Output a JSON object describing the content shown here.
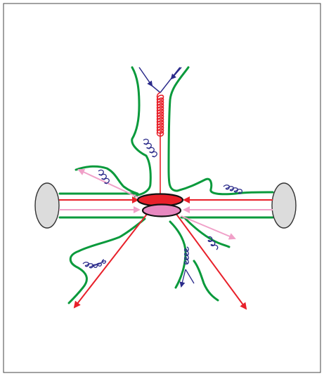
{
  "diagram": {
    "colors": {
      "border": "#444444",
      "green_string": "#0a9a3c",
      "red_line": "#e8202a",
      "pink_line": "#f0a0c8",
      "gluon_blue": "#2a2a8a",
      "gluon_red": "#e8202a",
      "red_blob": "#e8202a",
      "pink_blob": "#e888c0",
      "hadron_gray": "#dcdcdc",
      "outline_black": "#111111"
    },
    "elements": [
      "left-hadron",
      "right-hadron",
      "hard-interaction-red",
      "hard-interaction-pink",
      "incoming-red-parton-left",
      "incoming-red-parton-right",
      "incoming-pink-parton-left",
      "incoming-pink-parton-right",
      "outgoing-red-jet-lower-left",
      "outgoing-red-jet-lower-right",
      "outgoing-pink-parton-upper-left",
      "outgoing-pink-parton-right",
      "vertical-gluon",
      "quark-antiquark-pair",
      "color-strings",
      "radiated-gluons"
    ]
  }
}
